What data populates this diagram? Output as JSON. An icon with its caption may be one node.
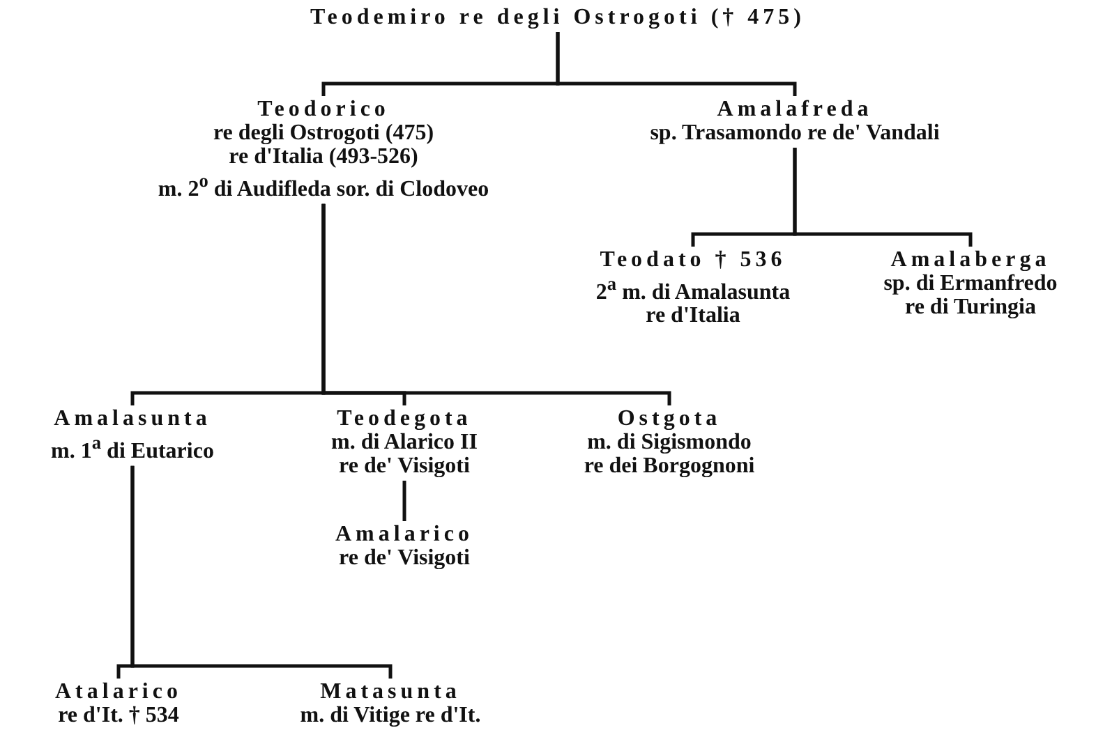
{
  "diagram": {
    "nodes": [
      {
        "text": [
          "Teodemiro re degli Ostrogoti († 475)"
        ]
      },
      {
        "text": [
          "Teodorico",
          "re degli Ostrogoti (475)",
          "re d'Italia (493-526)",
          "m. 2$^{o}$ di Audifleda sor. di Clodoveo"
        ]
      },
      {
        "text": [
          "Amalafreda",
          "sp. Trasamondo re de' Vandali"
        ]
      },
      {
        "text": [
          "Teodato † 536",
          "2$^{a}$ m. di Amalasunta",
          "re d'Italia"
        ]
      },
      {
        "text": [
          "Amalaberga",
          "sp. di Ermanfredo",
          "re di Turingia"
        ]
      },
      {
        "text": [
          "Amalasunta",
          "m. 1$^{a}$ di Eutarico"
        ]
      },
      {
        "text": [
          "Teodegota",
          "m. di Alarico II",
          "re de' Visigoti"
        ]
      },
      {
        "text": [
          "Ostgota",
          "m. di Sigismondo",
          "re dei Borgognoni"
        ]
      },
      {
        "text": [
          "Amalarico",
          "re de' Visigoti"
        ]
      },
      {
        "text": [
          "Atalarico",
          "re d'It. † 534"
        ]
      },
      {
        "text": [
          "Matasunta",
          "m. di Vitige re d'It."
        ]
      }
    ],
    "edges": [
      {
        "from": 0,
        "to": 1,
        "arrow": "none"
      },
      {
        "from": 0,
        "to": 2,
        "arrow": "none"
      },
      {
        "from": 2,
        "to": 3,
        "arrow": "none"
      },
      {
        "from": 2,
        "to": 4,
        "arrow": "none"
      },
      {
        "from": 1,
        "to": 5,
        "arrow": "none"
      },
      {
        "from": 1,
        "to": 6,
        "arrow": "none"
      },
      {
        "from": 1,
        "to": 7,
        "arrow": "none"
      },
      {
        "from": 6,
        "to": 8,
        "arrow": "none"
      },
      {
        "from": 5,
        "to": 9,
        "arrow": "none"
      },
      {
        "from": 5,
        "to": 10,
        "arrow": "none"
      }
    ]
  }
}
